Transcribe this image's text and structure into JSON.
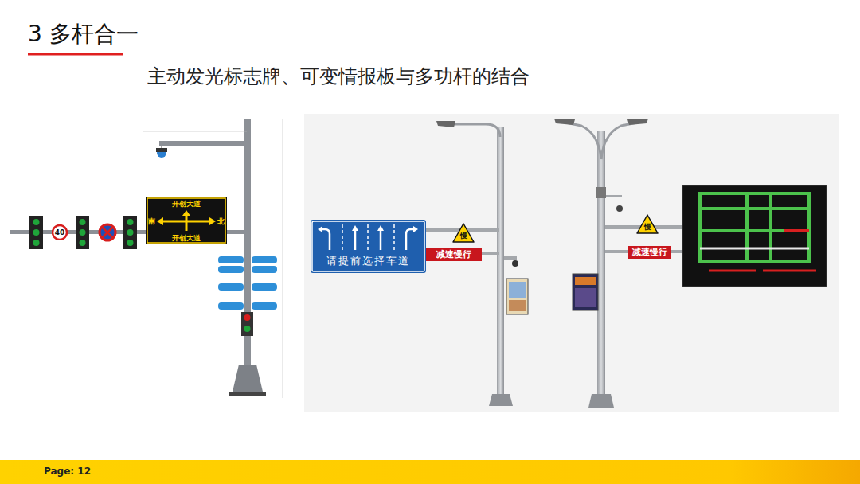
{
  "diagram": {
    "title": "3 多杆合一",
    "nodes": [
      {
        "text": [
          "开创大道",
          "南",
          "北",
          "开创大道"
        ]
      },
      {
        "text": [
          "40"
        ]
      },
      {
        "text": [
          "请提前选择车道"
        ]
      },
      {
        "text": [
          "慢"
        ]
      },
      {
        "text": [
          "减速慢行"
        ]
      },
      {
        "text": [
          "慢"
        ]
      },
      {
        "text": [
          "减速慢行"
        ]
      }
    ],
    "labels": [
      "主动发光标志牌、可变情报板与多功杆的结合",
      "Page: 12"
    ]
  }
}
